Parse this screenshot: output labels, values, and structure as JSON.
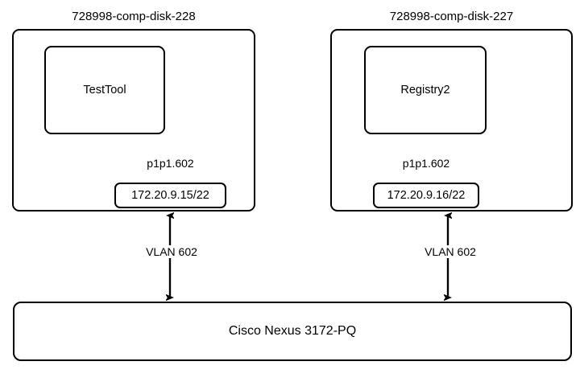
{
  "diagram": {
    "title_hidden": "",
    "background": "#ffffff",
    "line_color": "#000000",
    "hosts": [
      {
        "name": "728998-comp-disk-228",
        "app": "TestTool",
        "interface": "p1p1.602",
        "ip": "172.20.9.15/22"
      },
      {
        "name": "728998-comp-disk-227",
        "app": "Registry2",
        "interface": "p1p1.602",
        "ip": "172.20.9.16/22"
      }
    ],
    "links": [
      {
        "label": "VLAN 602"
      },
      {
        "label": "VLAN 602"
      }
    ],
    "switch": {
      "label": "Cisco Nexus 3172-PQ"
    }
  }
}
